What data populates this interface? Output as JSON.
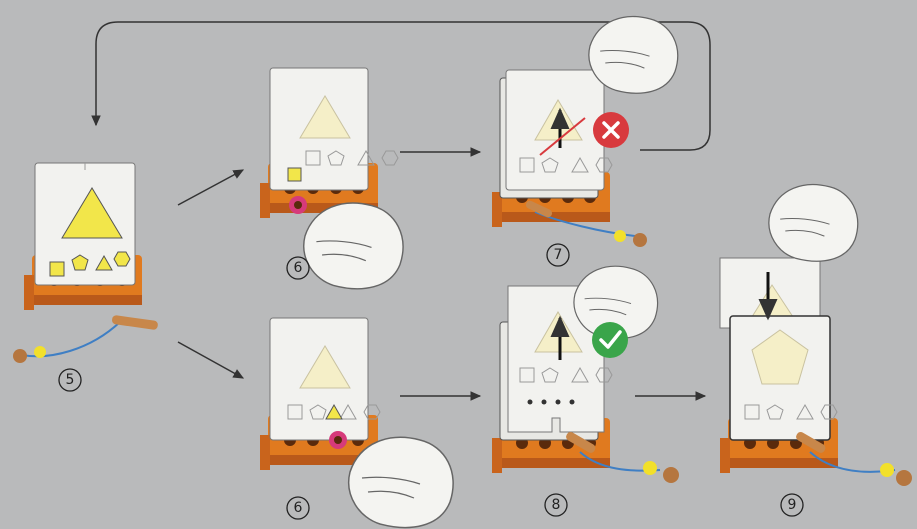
{
  "steps": {
    "s5": "5",
    "s6a": "6",
    "s6b": "6",
    "s7": "7",
    "s8": "8",
    "s9": "9"
  },
  "colors": {
    "background": "#b9babb",
    "stand_orange": "#e07a1f",
    "stand_dark": "#b9591a",
    "card_white": "#f2f2ef",
    "triangle_yellow": "#f2e64a",
    "faded_shape": "#f5efc8",
    "peg_pink": "#d63a7a",
    "wrong_red": "#d83a3e",
    "correct_green": "#3aa54a",
    "string_blue": "#3f7fc4",
    "bead_yellow": "#f2e02a",
    "bead_brown": "#b5763f"
  },
  "icons": [
    "hand-icon",
    "peg-icon",
    "cross-icon",
    "check-icon",
    "arrow-up-icon",
    "arrow-down-icon"
  ]
}
